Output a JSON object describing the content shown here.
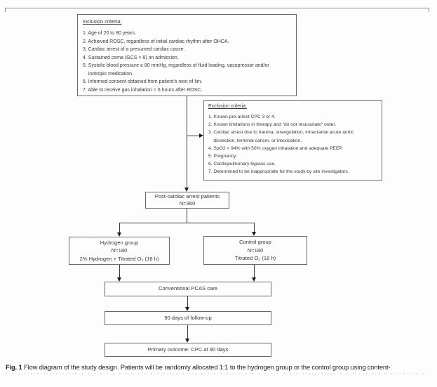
{
  "inclusion": {
    "title": "Inclusion criteria:",
    "items": [
      "1. Age of 20 to 80 years.",
      "2. Achieved ROSC, regardless of initial cardiac rhythm after OHCA.",
      "3. Cardiac arrest of a presumed cardiac cause.",
      "4. Sustained coma (GCS < 8) on admission.",
      "5. Systolic blood pressure ≥ 80 mmHg, regardless of fluid loading, vasopressor and/or\n    inotropic medication.",
      "6. Informed consent obtained from patient's next of kin.",
      "7. Able to receive gas inhalation < 6 hours after ROSC."
    ]
  },
  "exclusion": {
    "title": "Exclusion criteria:",
    "items": [
      "1. Known pre-arrest CPC 3 or 4.",
      "2. Known limitations in therapy and \"do not resuscitate\" order.",
      "3. Cardiac arrest due to trauma, strangulation, intracranial acute aortic\n    dissection, terminal cancer, or intoxication.",
      "4. SpO2 < 94% with 50% oxygen inhalation and adequate PEEP.",
      "5. Pregnancy.",
      "6. Cardiopulmonary bypass use.",
      "7. Determined to be inappropriate for the study by site investigators."
    ]
  },
  "post": {
    "line1": "Post-cardiac arrest patients",
    "line2": "N=360"
  },
  "hydrogen": {
    "line1": "Hydrogen group",
    "line2": "N=180",
    "line3": "2% Hydrogen + Titrated O₂ (18 h)"
  },
  "control": {
    "line1": "Control group",
    "line2": "N=180",
    "line3": "Titrated O₂ (18 h)"
  },
  "pcas": {
    "label": "Conventional PCAS care"
  },
  "followup": {
    "label": "90 days of follow-up"
  },
  "outcome": {
    "label": "Primary outcome: CPC at 90 days"
  },
  "caption": {
    "label": "Fig. 1",
    "text": " Flow diagram of the study design. Patients will be randomly allocated 1:1 to the hydrogen group or the control group using content-"
  },
  "colors": {
    "box_border": "#6a6a6a",
    "connector_line": "#3c3c3c",
    "arrowhead": "#1c1c1c",
    "text": "#3a3a3a",
    "background": "#fdfdfd"
  }
}
